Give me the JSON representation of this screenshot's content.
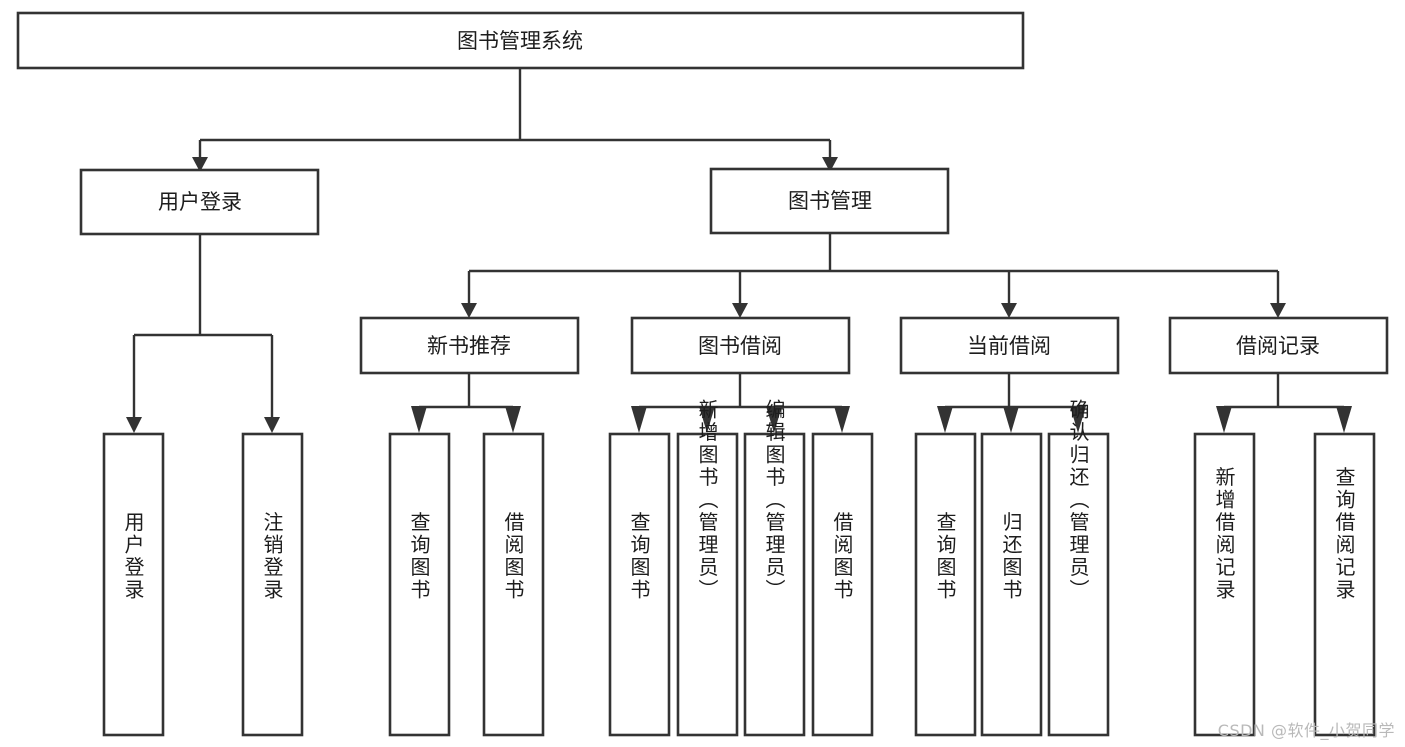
{
  "diagram": {
    "title": "图书管理系统",
    "watermark": "CSDN @软件_小贺同学",
    "accent_color": "#333333",
    "background_color": "#ffffff",
    "nodes": {
      "root": "图书管理系统",
      "level2": {
        "user_login": "用户登录",
        "book_manage": "图书管理"
      },
      "level3": {
        "new_book_recommend": "新书推荐",
        "book_borrow": "图书借阅",
        "current_borrow": "当前借阅",
        "borrow_record": "借阅记录"
      },
      "leaves": {
        "user_login_1": "用户登录",
        "user_login_2": "注销登录",
        "recommend_1": "查询图书",
        "recommend_2": "借阅图书",
        "borrow_1": "查询图书",
        "borrow_2": "新增图书（管理员）",
        "borrow_3": "编辑图书（管理员）",
        "borrow_4": "借阅图书",
        "current_1": "查询图书",
        "current_2": "归还图书",
        "current_3": "确认归还（管理员）",
        "record_1": "新增借阅记录",
        "record_2": "查询借阅记录"
      }
    }
  }
}
